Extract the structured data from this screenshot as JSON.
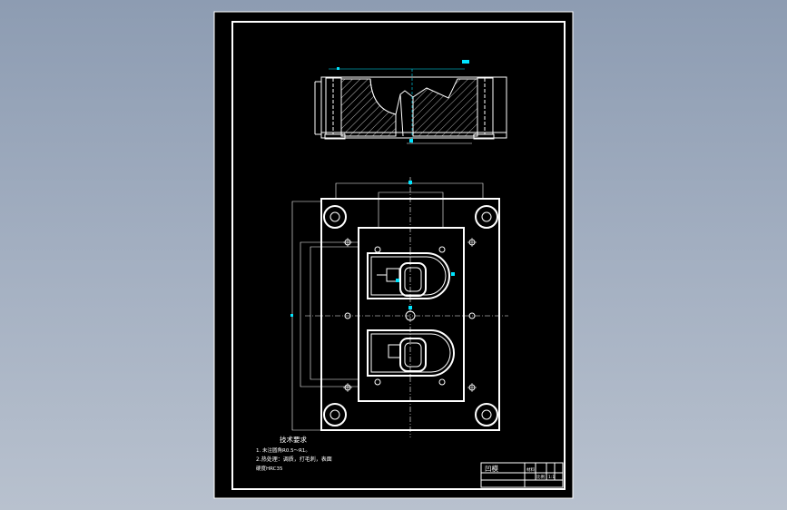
{
  "tech_requirements": {
    "title": "技术要求",
    "line1": "1. 未注圆角R0.5～R1。",
    "line2": "2.热处理：调质，打毛刺，表面",
    "line3": "硬度HRC35"
  },
  "title_block": {
    "part_name": "凹模",
    "material_label": "材料",
    "scale_label": "比例",
    "code": "1:1"
  },
  "colors": {
    "sheet_background": "#000000",
    "app_background": "#9aa6b8",
    "line_color": "#ffffff",
    "dimension_color": "#00e5ff"
  }
}
